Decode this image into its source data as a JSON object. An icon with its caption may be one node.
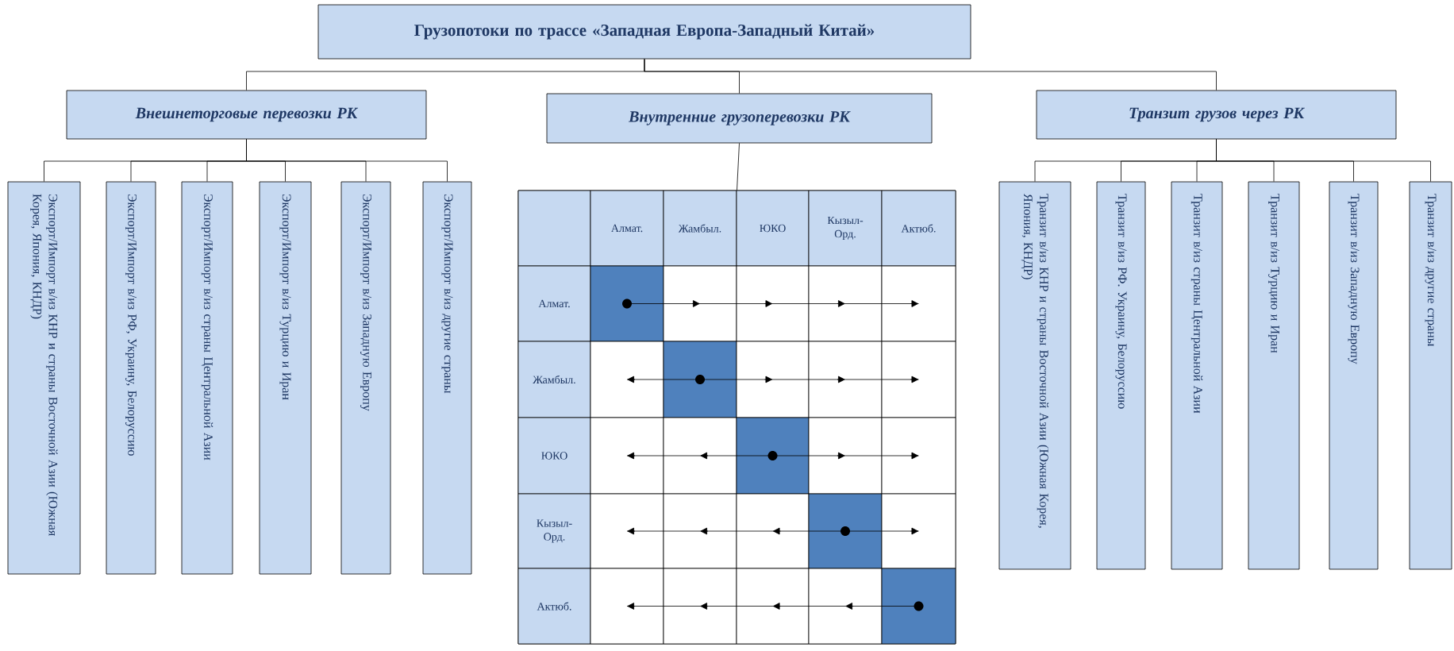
{
  "diagram": {
    "nodes": [
      {
        "text": [
          "Грузопотоки по трассе «Западная Европа-Западный Китай»"
        ]
      },
      {
        "text": [
          "Внешнеторговые перевозки РК"
        ]
      },
      {
        "text": [
          "Внутренние грузоперевозки РК"
        ]
      },
      {
        "text": [
          "Транзит грузов через РК"
        ]
      },
      {
        "text": [
          "Экспорт/Импорт в/из КНР и страны Восточной Азии (Южная Корея, Япония, КНДР)"
        ]
      },
      {
        "text": [
          "Экспорт/Импорт в/из РФ, Украину, Белоруссию"
        ]
      },
      {
        "text": [
          "Экспорт/Импорт в/из страны Центральной Азии"
        ]
      },
      {
        "text": [
          "Экспорт/Импорт в/из Турцию и Иран"
        ]
      },
      {
        "text": [
          "Экспорт/Импорт в/из Западную Европу"
        ]
      },
      {
        "text": [
          "Экспорт/Импорт в/из другие страны"
        ]
      },
      {
        "text": [
          "Алмат.",
          "Жамбыл.",
          "ЮКО",
          "Кызыл-Орд.",
          "Актюб.",
          "Алмат.",
          "Жамбыл.",
          "ЮКО",
          "Кызыл-Орд.",
          "Актюб."
        ]
      },
      {
        "text": [
          "Транзит в/из КНР и страны Восточной Азии (Южная Корея, Япония, КНДР)"
        ]
      },
      {
        "text": [
          "Транзит в/из РФ. Украину, Белоруссию"
        ]
      },
      {
        "text": [
          "Транзит в/из страны Центральной Азии"
        ]
      },
      {
        "text": [
          "Транзит в/из Турцию и Иран"
        ]
      },
      {
        "text": [
          "Транзит в/из Западную Европу"
        ]
      },
      {
        "text": [
          "Транзит в/из другие страны"
        ]
      }
    ],
    "edges": [
      {
        "from": 0,
        "to": 1,
        "arrow": "none"
      },
      {
        "from": 0,
        "to": 2,
        "arrow": "none"
      },
      {
        "from": 0,
        "to": 3,
        "arrow": "none"
      },
      {
        "from": 1,
        "to": 4,
        "arrow": "none"
      },
      {
        "from": 1,
        "to": 5,
        "arrow": "none"
      },
      {
        "from": 1,
        "to": 6,
        "arrow": "none"
      },
      {
        "from": 1,
        "to": 7,
        "arrow": "none"
      },
      {
        "from": 1,
        "to": 8,
        "arrow": "none"
      },
      {
        "from": 1,
        "to": 9,
        "arrow": "none"
      },
      {
        "from": 2,
        "to": 10,
        "arrow": "none"
      },
      {
        "from": 3,
        "to": 11,
        "arrow": "none"
      },
      {
        "from": 3,
        "to": 12,
        "arrow": "none"
      },
      {
        "from": 3,
        "to": 13,
        "arrow": "none"
      },
      {
        "from": 3,
        "to": 14,
        "arrow": "none"
      },
      {
        "from": 3,
        "to": 15,
        "arrow": "none"
      },
      {
        "from": 3,
        "to": 16,
        "arrow": "none"
      }
    ]
  }
}
